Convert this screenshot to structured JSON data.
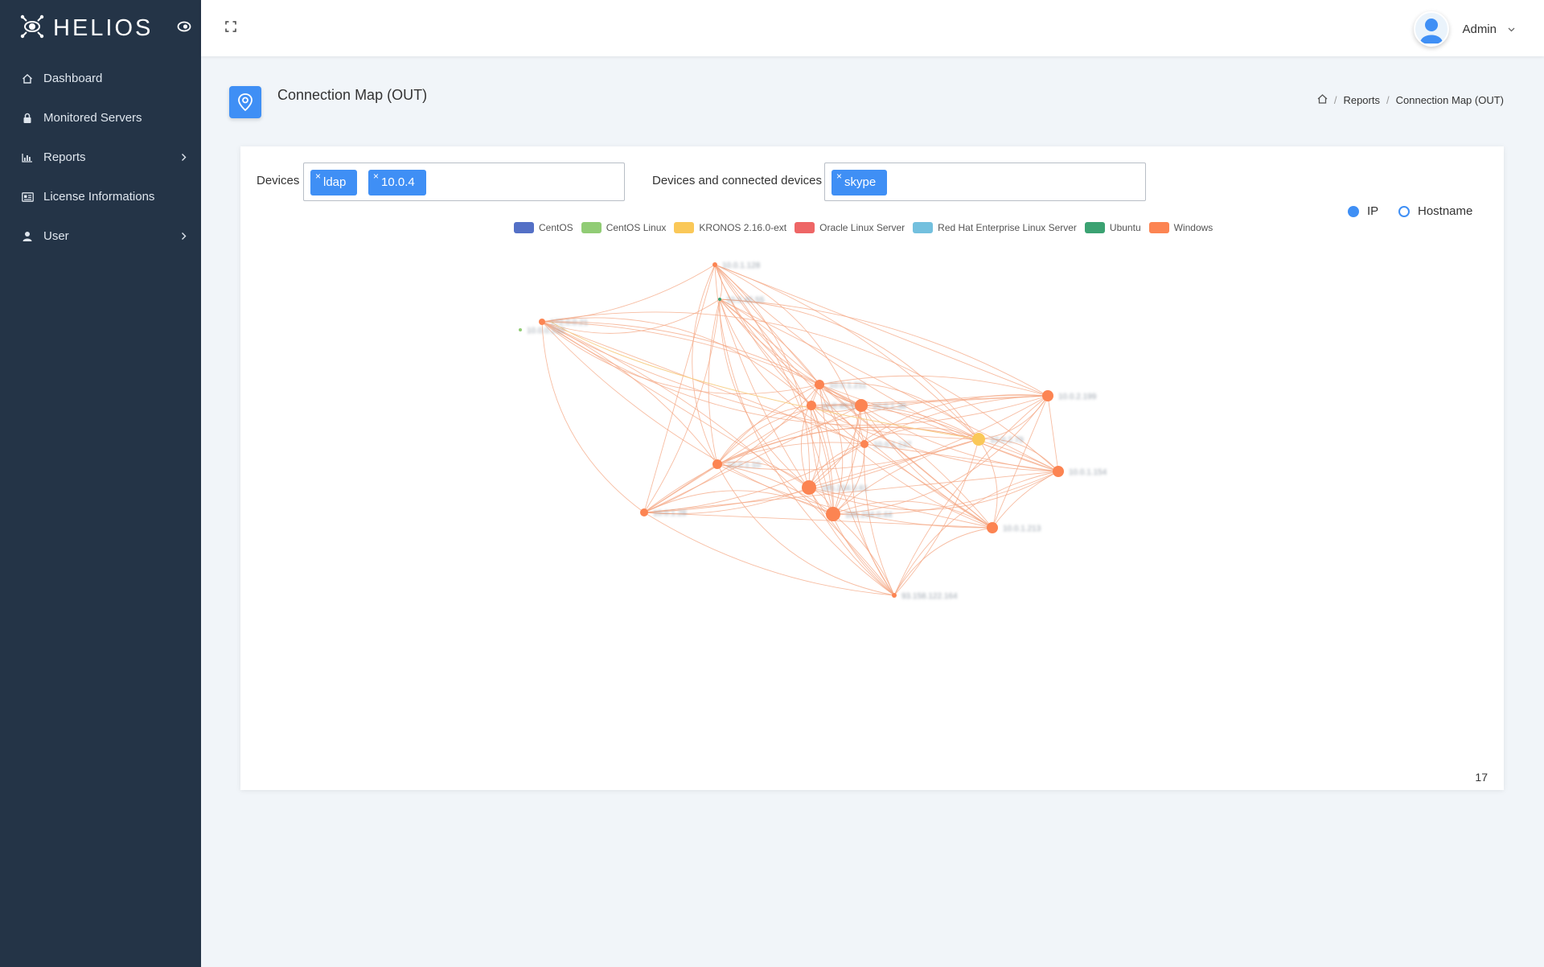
{
  "app": {
    "brand": "HELIOS"
  },
  "sidebar": {
    "items": [
      {
        "label": "Dashboard",
        "icon": "home-icon",
        "has_children": false
      },
      {
        "label": "Monitored Servers",
        "icon": "lock-icon",
        "has_children": false
      },
      {
        "label": "Reports",
        "icon": "bar-chart-icon",
        "has_children": true
      },
      {
        "label": "License Informations",
        "icon": "id-card-icon",
        "has_children": false
      },
      {
        "label": "User",
        "icon": "user-icon",
        "has_children": true
      }
    ]
  },
  "header": {
    "user_name": "Admin"
  },
  "page": {
    "title": "Connection Map (OUT)",
    "breadcrumb": [
      "Reports",
      "Connection Map (OUT)"
    ]
  },
  "filters": {
    "devices_label": "Devices",
    "devices_tags": [
      "ldap",
      "10.0.4"
    ],
    "connected_label": "Devices and connected devices",
    "connected_tags": [
      "skype"
    ],
    "toggle_ip": "IP",
    "toggle_hostname": "Hostname",
    "selected_toggle": "IP"
  },
  "legend": [
    {
      "label": "CentOS",
      "color": "#5470c6"
    },
    {
      "label": "CentOS Linux",
      "color": "#91cc75"
    },
    {
      "label": "KRONOS 2.16.0-ext",
      "color": "#fac858"
    },
    {
      "label": "Oracle Linux Server",
      "color": "#ee6666"
    },
    {
      "label": "Red Hat Enterprise Linux Server",
      "color": "#73c0de"
    },
    {
      "label": "Ubuntu",
      "color": "#3ba272"
    },
    {
      "label": "Windows",
      "color": "#fc8452"
    }
  ],
  "graph": {
    "edge_color": "#f4a582",
    "nodes": [
      {
        "id": "n1",
        "label": "10.0.1.128",
        "os": "Windows"
      },
      {
        "id": "n2",
        "label": "10.0.45.55",
        "os": "Ubuntu"
      },
      {
        "id": "n3",
        "label": "172.0.0.21",
        "os": "Windows"
      },
      {
        "id": "n4",
        "label": "10.0.0.232",
        "os": "CentOS Linux"
      },
      {
        "id": "n5",
        "label": "10.0.1.211",
        "os": "Windows"
      },
      {
        "id": "n6",
        "label": "10.0.45.11",
        "os": "Windows"
      },
      {
        "id": "n7",
        "label": "10.0.1.38",
        "os": "Windows"
      },
      {
        "id": "n8",
        "label": "10.0.1.137",
        "os": "Windows"
      },
      {
        "id": "n9",
        "label": "10.0.2.79",
        "os": "KRONOS 2.16.0-ext"
      },
      {
        "id": "n10",
        "label": "10.0.2.199",
        "os": "Windows"
      },
      {
        "id": "n11",
        "label": "10.0.1.154",
        "os": "Windows"
      },
      {
        "id": "n12",
        "label": "10.0.1.10",
        "os": "Windows"
      },
      {
        "id": "n13",
        "label": "185.234.0.61",
        "os": "Windows"
      },
      {
        "id": "n14",
        "label": "185.234.0.44",
        "os": "Windows"
      },
      {
        "id": "n15",
        "label": "10.0.1.28",
        "os": "Windows"
      },
      {
        "id": "n16",
        "label": "10.0.1.213",
        "os": "Windows"
      },
      {
        "id": "n17",
        "label": "93.158.122.164",
        "os": "Windows"
      }
    ],
    "node_count": "17"
  }
}
